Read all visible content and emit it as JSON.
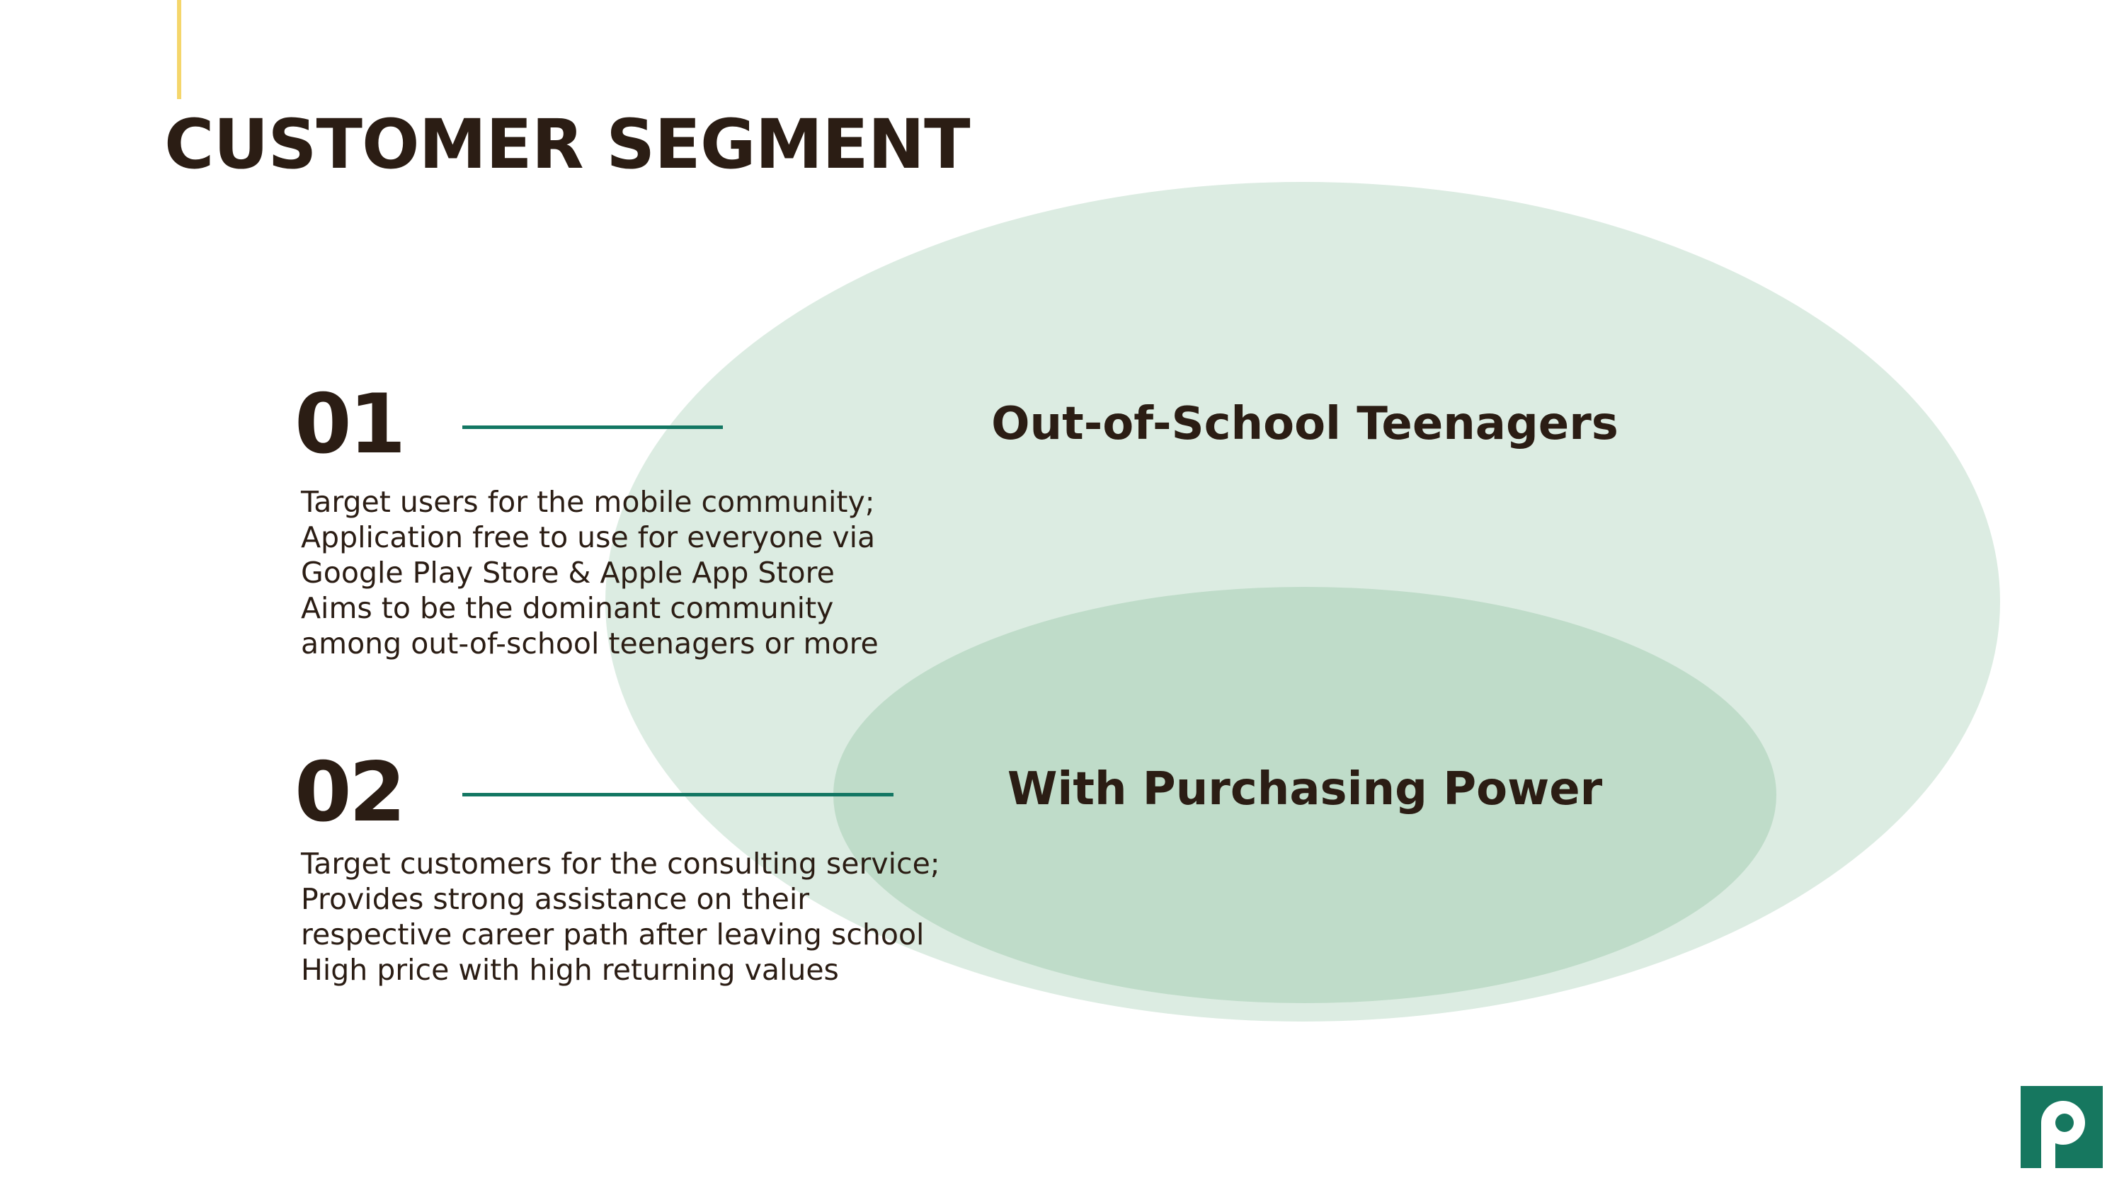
{
  "slide": {
    "title": "CUSTOMER SEGMENT"
  },
  "diagram": {
    "outer_label": "Out-of-School Teenagers",
    "inner_label": "With Purchasing Power"
  },
  "items": [
    {
      "number": "01",
      "lines": [
        "Target users for the mobile community;",
        "Application free to use for everyone via",
        "Google Play Store & Apple App Store",
        "Aims to be the dominant community",
        "among out-of-school teenagers or more"
      ]
    },
    {
      "number": "02",
      "lines": [
        "Target customers for the consulting service;",
        "Provides strong assistance on their",
        "respective career path after leaving school",
        "High price with high returning values"
      ]
    }
  ],
  "colors": {
    "outer_ellipse": "#dcece2",
    "inner_ellipse": "#bfdcc9",
    "connector": "#137763",
    "accent": "#f5d66b",
    "logo": "#16775f",
    "text": "#2b1d14"
  },
  "icons": {
    "logo": "p-logo-icon"
  }
}
